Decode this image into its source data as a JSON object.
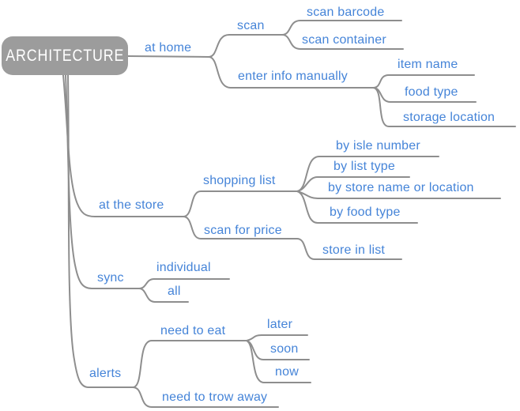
{
  "colors": {
    "node_text": "#4584d8",
    "line": "#8e8e8e",
    "root_bg": "#9c9c9c",
    "root_text": "#ffffff"
  },
  "mindmap": {
    "root": {
      "label": "ARCHITECTURE"
    },
    "branches": [
      {
        "label": "at home",
        "children": [
          {
            "label": "scan",
            "children": [
              {
                "label": "scan barcode"
              },
              {
                "label": "scan container"
              }
            ]
          },
          {
            "label": "enter info manually",
            "children": [
              {
                "label": "item name"
              },
              {
                "label": "food type"
              },
              {
                "label": "storage location"
              }
            ]
          }
        ]
      },
      {
        "label": "at the store",
        "children": [
          {
            "label": "shopping list",
            "children": [
              {
                "label": "by isle number"
              },
              {
                "label": "by list type"
              },
              {
                "label": "by store name or location"
              },
              {
                "label": "by food type"
              }
            ]
          },
          {
            "label": "scan for price",
            "children": [
              {
                "label": "store in list"
              }
            ]
          }
        ]
      },
      {
        "label": "sync",
        "children": [
          {
            "label": "individual"
          },
          {
            "label": "all"
          }
        ]
      },
      {
        "label": "alerts",
        "children": [
          {
            "label": "need to eat",
            "children": [
              {
                "label": "later"
              },
              {
                "label": "soon"
              },
              {
                "label": "now"
              }
            ]
          },
          {
            "label": "need to trow away"
          }
        ]
      }
    ]
  }
}
